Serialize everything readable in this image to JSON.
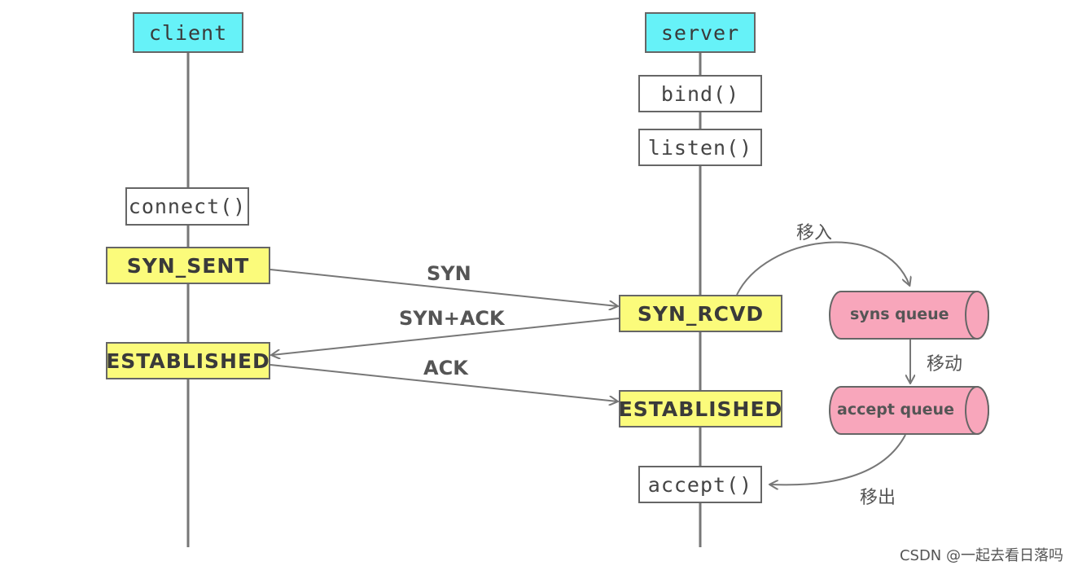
{
  "client": {
    "label": "client",
    "states": {
      "connect": "connect()",
      "syn_sent": "SYN_SENT",
      "established": "ESTABLISHED"
    }
  },
  "server": {
    "label": "server",
    "steps": {
      "bind": "bind()",
      "listen": "listen()",
      "syn_rcvd": "SYN_RCVD",
      "established": "ESTABLISHED",
      "accept": "accept()"
    }
  },
  "messages": {
    "syn": "SYN",
    "synack": "SYN+ACK",
    "ack": "ACK"
  },
  "queues": {
    "syns": "syns queue",
    "accept": "accept queue"
  },
  "annotations": {
    "move_in": "移入",
    "move": "移动",
    "move_out": "移出"
  },
  "watermark": "CSDN @一起去看日落吗",
  "colors": {
    "header": "#66f2f8",
    "state": "#fbfb7b",
    "queue": "#f8a6bb",
    "line": "#777777"
  }
}
